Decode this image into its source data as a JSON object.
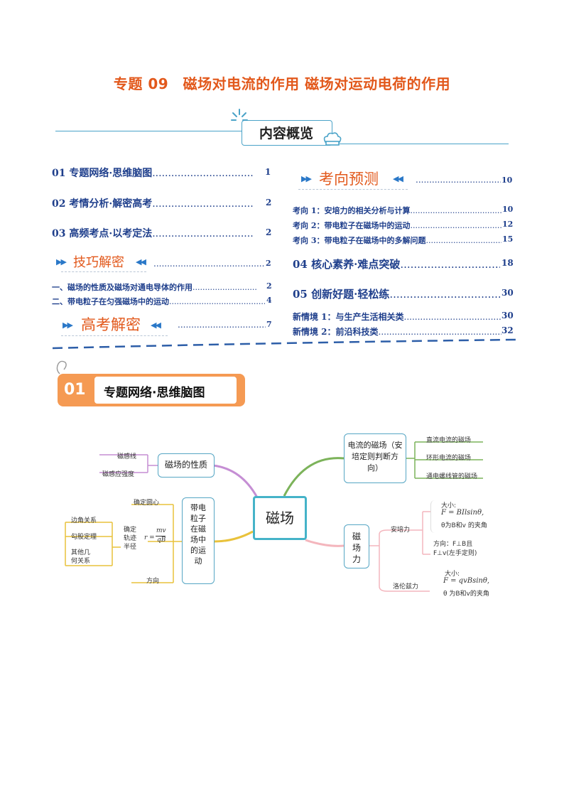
{
  "title": "专题 09　磁场对电流的作用 磁场对运动电荷的作用",
  "overview_label": "内容概览",
  "toc_left": [
    {
      "label": "01 专题网络·思维脑图",
      "page": "1"
    },
    {
      "label": "02 考情分析·解密高考",
      "page": "2"
    },
    {
      "label": "03 高频考点·以考定法",
      "page": "2"
    }
  ],
  "skill_head": {
    "label": "技巧解密",
    "page": "2"
  },
  "skill_items": [
    {
      "label": "一、磁场的性质及磁场对通电导体的作用",
      "page": "2"
    },
    {
      "label": "二、带电粒子在匀强磁场中的运动",
      "page": "4"
    }
  ],
  "gaokao_head": {
    "label": "高考解密",
    "page": "7"
  },
  "forecast_head": {
    "label": "考向预测",
    "page": "10"
  },
  "forecast_items": [
    {
      "label": "考向 1：安培力的相关分析与计算",
      "page": "10"
    },
    {
      "label": "考向 2：带电粒子在磁场中的运动",
      "page": "12"
    },
    {
      "label": "考向 3：带电粒子在磁场中的多解问题",
      "page": "15"
    }
  ],
  "toc_right": [
    {
      "label": "04 核心素养·难点突破",
      "page": "18"
    },
    {
      "label": "05 创新好题·轻松练",
      "page": "30"
    }
  ],
  "new_items": [
    {
      "label": "新情境 1：与生产生活相关类",
      "page": "30"
    },
    {
      "label": "新情境 2：前沿科技类",
      "page": "32"
    }
  ],
  "section01": {
    "num": "01",
    "label": "专题网络·思维脑图"
  },
  "mindmap": {
    "center": "磁场",
    "props": {
      "label": "磁场的性质",
      "leaves": [
        "磁感线",
        "磁感应强度"
      ]
    },
    "current": {
      "label": "电流的磁场（安培定则判断方向）",
      "leaves": [
        "直流电流的磁场",
        "环形电流的磁场",
        "通电螺线管的磁场"
      ]
    },
    "force": {
      "label": "磁场力",
      "ampere": {
        "label": "安培力",
        "size_label": "大小:",
        "size_formula": "F = BIlsinθ,",
        "size_note": "θ为B和v 的夹角",
        "dir": "方向：F⊥B且　F⊥v(左手定则)"
      },
      "lorentz": {
        "label": "洛伦兹力",
        "size_label": "大小:",
        "size_formula": "F = qvBsinθ,",
        "size_note": "θ 为B和v的夹角"
      }
    },
    "motion": {
      "label": "带电粒子在磁场中的运动",
      "center_label": "确定圆心",
      "radius_label": "确定轨迹半径",
      "formula_r": "r =",
      "formula_num": "mv",
      "formula_den": "qB",
      "radius_leaves": [
        "边角关系",
        "勾股定理",
        "其他几何关系"
      ],
      "direction": "方向"
    }
  },
  "colors": {
    "title": "#e2581b",
    "toc": "#1f3f8c",
    "accent": "#4aa3c8",
    "band": "#f59a53"
  }
}
